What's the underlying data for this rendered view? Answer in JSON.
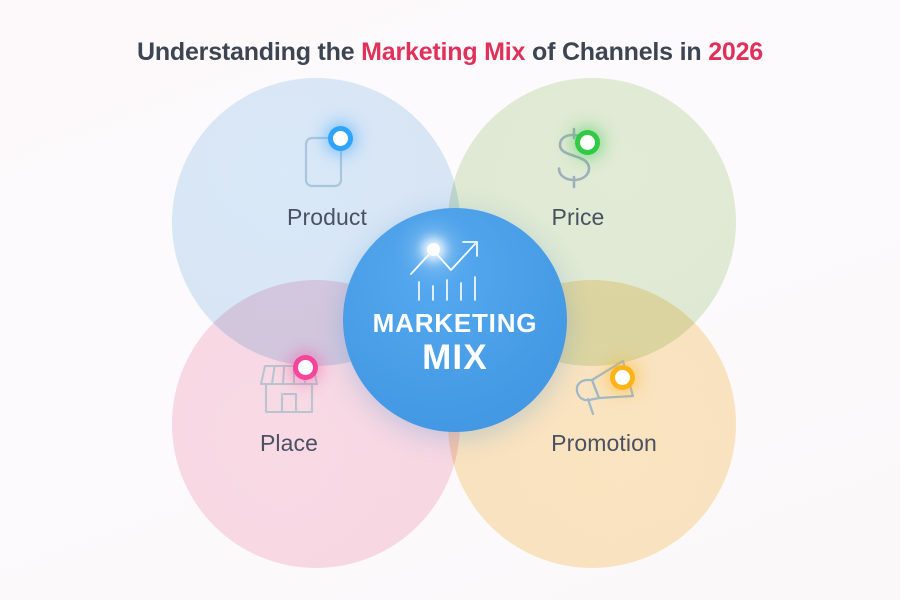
{
  "title": {
    "segments": [
      {
        "text": "Understanding the ",
        "accent": false
      },
      {
        "text": "Marketing Mix",
        "accent": true
      },
      {
        "text": " of Channels in ",
        "accent": false
      },
      {
        "text": "2026",
        "accent": true
      }
    ],
    "full_text": "Understanding the Marketing Mix of Channels in 2026",
    "text_color": "#3d4452",
    "accent_color": "#e0315b"
  },
  "center": {
    "line1": "MARKETING",
    "line2": "MIX",
    "icon": "growth-chart-icon",
    "fill_color": "#4a9fe8",
    "text_color": "#ffffff"
  },
  "quadrants": [
    {
      "id": "product",
      "label": "Product",
      "icon": "product-box-icon",
      "circle_color": "#daeaf8",
      "dot_color": "#29a1ff",
      "position": "top-left"
    },
    {
      "id": "price",
      "label": "Price",
      "icon": "dollar-sign-icon",
      "circle_color": "#e2eed6",
      "dot_color": "#2ac840",
      "position": "top-right"
    },
    {
      "id": "place",
      "label": "Place",
      "icon": "storefront-icon",
      "circle_color": "#fadde6",
      "dot_color": "#f53c96",
      "position": "bottom-left"
    },
    {
      "id": "promotion",
      "label": "Promotion",
      "icon": "megaphone-icon",
      "circle_color": "#fce8c2",
      "dot_color": "#ffb214",
      "position": "bottom-right"
    }
  ],
  "background_color": "#fdfafc",
  "label_color": "#4a5160"
}
